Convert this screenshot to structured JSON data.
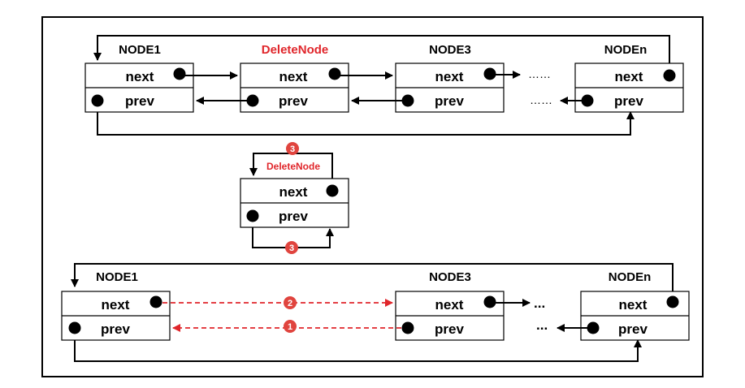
{
  "colors": {
    "line": "#000000",
    "accent": "#e0262b",
    "badge": "#e0443e",
    "box_border": "#000000"
  },
  "top_row": {
    "nodes": [
      {
        "title": "NODE1",
        "title_color": "#000000",
        "next": "next",
        "prev": "prev"
      },
      {
        "title": "DeleteNode",
        "title_color": "#e0262b",
        "next": "next",
        "prev": "prev"
      },
      {
        "title": "NODE3",
        "title_color": "#000000",
        "next": "next",
        "prev": "prev"
      },
      {
        "title": "NODEn",
        "title_color": "#000000",
        "next": "next",
        "prev": "prev"
      }
    ],
    "ellipsis_next": "……",
    "ellipsis_prev": "……"
  },
  "middle": {
    "node": {
      "title": "DeleteNode",
      "next": "next",
      "prev": "prev"
    },
    "badge_top": "3",
    "badge_bottom": "3"
  },
  "bottom_row": {
    "nodes": [
      {
        "title": "NODE1",
        "next": "next",
        "prev": "prev"
      },
      {
        "title": "NODE3",
        "next": "next",
        "prev": "prev"
      },
      {
        "title": "NODEn",
        "next": "next",
        "prev": "prev"
      }
    ],
    "badge_next": "2",
    "badge_prev": "1",
    "ellipsis_next": "...",
    "ellipsis_prev": "..."
  }
}
